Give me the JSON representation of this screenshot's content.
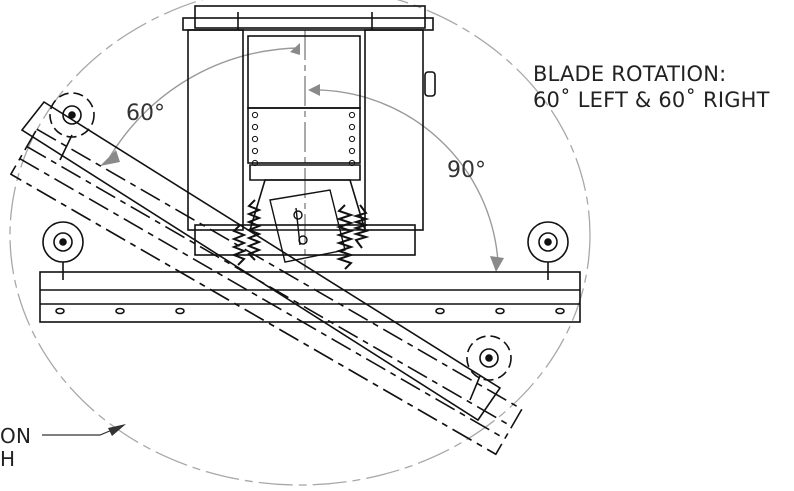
{
  "notes": {
    "rotation_line1": "BLADE ROTATION:",
    "rotation_line2": "60˚ LEFT & 60˚ RIGHT",
    "partial_line1": "ON",
    "partial_line2": "H"
  },
  "angles": {
    "left": "60°",
    "right": "90°"
  },
  "colors": {
    "line": "#111111",
    "dim_line": "#9a9a9a",
    "background": "#ffffff"
  }
}
